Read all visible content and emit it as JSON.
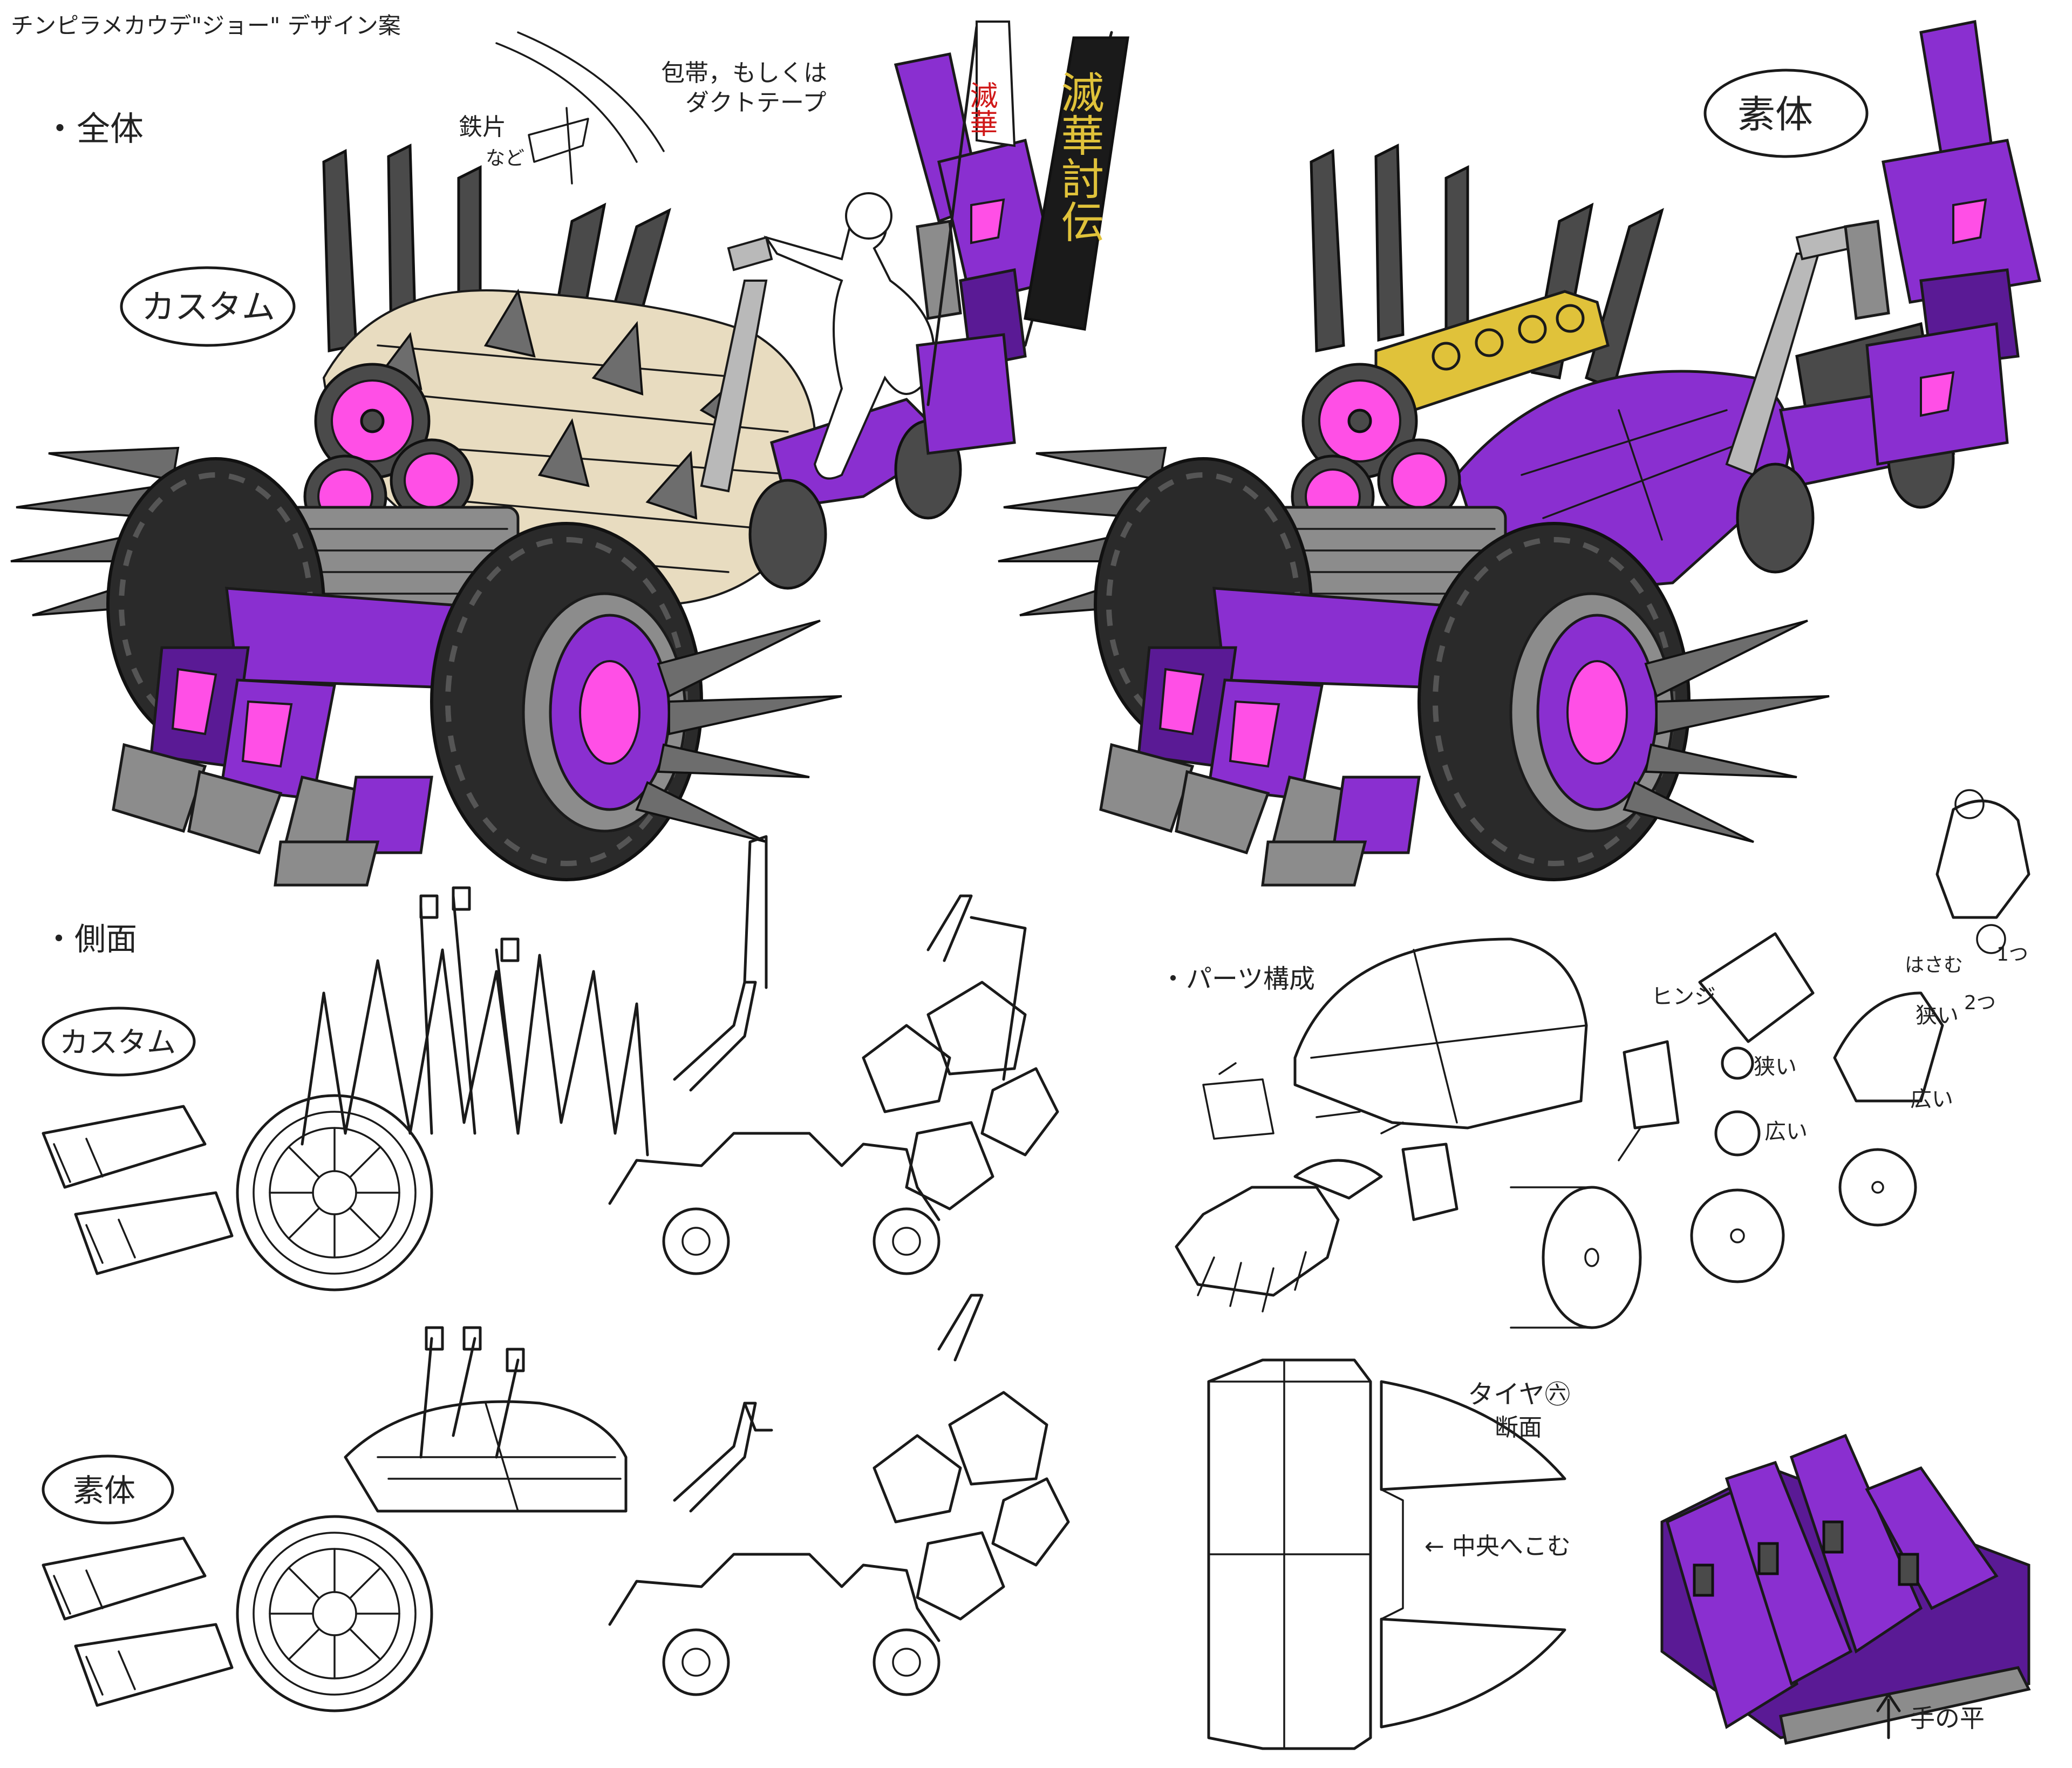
{
  "sheet": {
    "title": "チンピラメカウデ\"ジョー\" デザイン案",
    "accent_purple": "#8a2fd0",
    "accent_magenta": "#ff4fe6",
    "accent_gold": "#e0c23a"
  },
  "overall": {
    "section_label": "・全体",
    "custom_label": "カスタム",
    "bare_label": "素体",
    "note_bandage": "包帯，もしくは",
    "note_tape": "ダクトテープ",
    "note_iron": "鉄片",
    "note_iron2": "など",
    "banner_main": "滅華討伝",
    "banner_side": "滅華"
  },
  "side": {
    "section_label": "・側面",
    "custom_label": "カスタム",
    "bare_label": "素体"
  },
  "parts": {
    "section_label": "・パーツ構成",
    "hinge": "ヒンジ",
    "narrow1": "狭い",
    "wide1": "広い",
    "narrow2": "狭い",
    "wide2": "広い",
    "clamp": "はさむ",
    "count1": "1つ",
    "count2": "2つ"
  },
  "tire_section": {
    "title": "タイヤ㊅",
    "subtitle": "断面",
    "center_note": "← 中央へこむ"
  },
  "hand": {
    "palm_label": "手の平"
  }
}
